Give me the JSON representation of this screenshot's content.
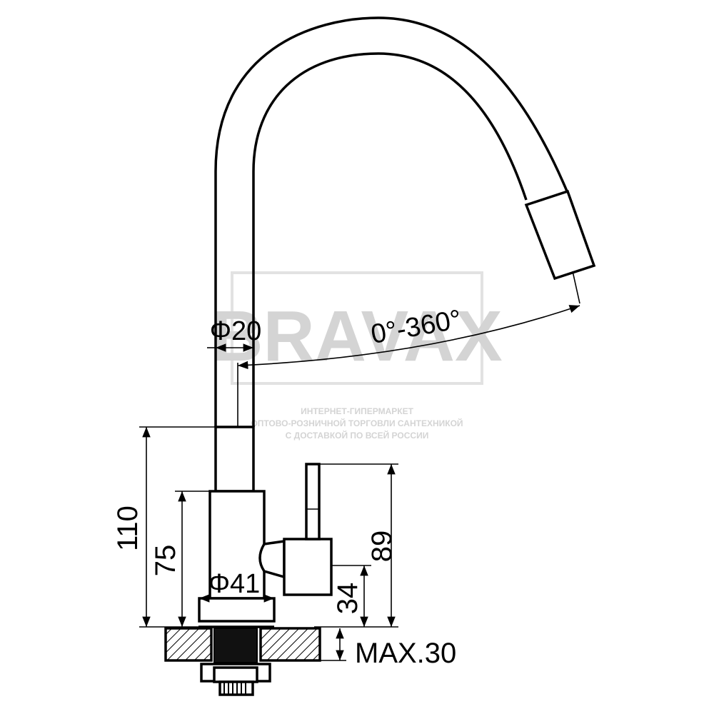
{
  "watermark": {
    "brand": "BRAVAX",
    "line1": "ИНТЕРНЕТ-ГИПЕРМАРКЕТ",
    "line2": "ОПТОВО-РОЗНИЧНОЙ ТОРГОВЛИ САНТЕХНИКОЙ",
    "line3": "С ДОСТАВКОЙ ПО ВСЕЙ РОССИИ"
  },
  "dimensions": {
    "spout_diameter": "Φ20",
    "rotation": "0°-360°",
    "total_height": "110",
    "body_height": "75",
    "base_diameter": "Φ41",
    "handle_height": "89",
    "lever_height": "34",
    "max_thickness": "MAX.30"
  }
}
